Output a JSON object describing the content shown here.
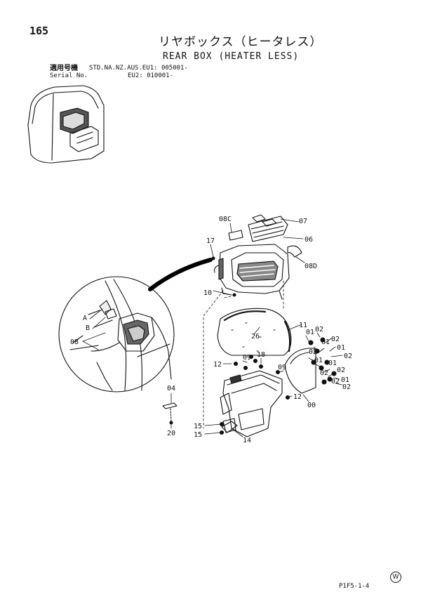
{
  "header": {
    "page_number": "165",
    "title_jp": "リヤボックス（ヒータレス）",
    "title_en": "REAR BOX (HEATER LESS)",
    "applicability_label": "適用号機",
    "applicability_models": "STD.NA.NZ.AUS.EU1: 005001-",
    "serial_label": "Serial No.",
    "serial_eu2": "EU2: 010001-"
  },
  "callouts": {
    "p07": "07",
    "p08C": "08C",
    "p06": "06",
    "p17": "17",
    "p08D": "08D",
    "p10": "10",
    "p11": "11",
    "p26": "26",
    "p01a": "01",
    "p02a": "02",
    "p01b": "01",
    "p02b": "02",
    "p02c": "02",
    "p01c": "01",
    "p02d": "02",
    "p01d": "01",
    "p02e": "02",
    "p12a": "12",
    "p09a": "09",
    "p18": "18",
    "p09b": "09",
    "p02f": "02",
    "p01e": "01",
    "p02g": "02",
    "p01f": "01",
    "p02h": "02",
    "p12b": "12",
    "p00": "00",
    "p04": "04",
    "p20": "20",
    "p15a": "15",
    "p15b": "15",
    "p14": "14",
    "detA": "A",
    "detB": "B",
    "det08": "08"
  },
  "footer": {
    "doc_code": "P1F5-1-4",
    "mark": "W"
  }
}
